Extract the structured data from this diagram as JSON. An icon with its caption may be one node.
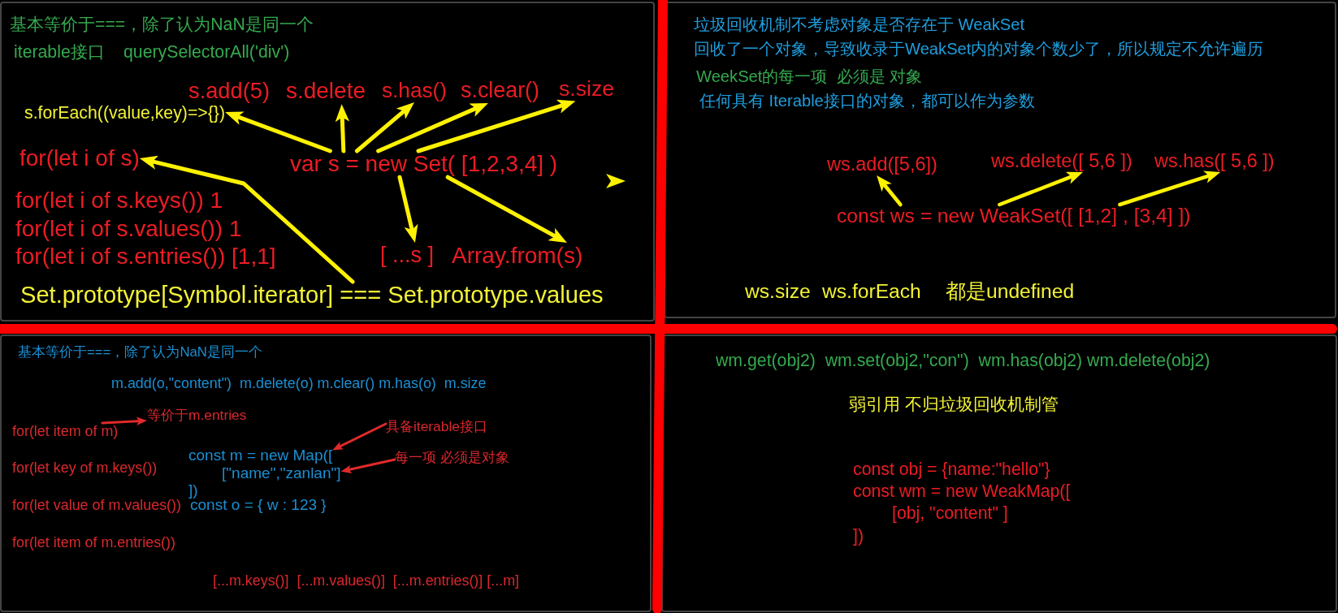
{
  "diagram": {
    "nodes": [
      {
        "text": [
          "s.add(5)"
        ]
      },
      {
        "text": [
          "s.delete"
        ]
      },
      {
        "text": [
          "s.has()"
        ]
      },
      {
        "text": [
          "s.clear()"
        ]
      },
      {
        "text": [
          "s.size"
        ]
      },
      {
        "text": [
          "s.forEach((value,key)=>{})"
        ]
      },
      {
        "text": [
          "for(let i of s)"
        ]
      },
      {
        "text": [
          "var s = new Set( [1,2,3,4] )"
        ]
      },
      {
        "text": [
          "[ ...s ]"
        ]
      },
      {
        "text": [
          "Array.from(s)"
        ]
      },
      {
        "text": [
          "Set.prototype[Symbol.iterator] === Set.prototype.values"
        ]
      },
      {
        "text": [
          "ws.add([5,6])"
        ]
      },
      {
        "text": [
          "ws.delete([ 5,6 ])"
        ]
      },
      {
        "text": [
          "ws.has([ 5,6 ])"
        ]
      },
      {
        "text": [
          "const ws = new WeakSet([ [1,2] , [3,4] ])"
        ]
      },
      {
        "text": [
          "等价于m.entries"
        ]
      },
      {
        "text": [
          "具备iterable接口"
        ]
      },
      {
        "text": [
          "for(let item of m)"
        ]
      },
      {
        "text": [
          "const m = new Map(["
        ]
      },
      {
        "text": [
          "每一项 必须是对象"
        ]
      },
      {
        "text": [
          "[\"name\",\"zanlan\"]"
        ]
      }
    ],
    "edges": [
      {
        "from": 7,
        "to": 5,
        "arrow": "to"
      },
      {
        "from": 7,
        "to": 1,
        "arrow": "to"
      },
      {
        "from": 7,
        "to": 2,
        "arrow": "to"
      },
      {
        "from": 7,
        "to": 3,
        "arrow": "to"
      },
      {
        "from": 7,
        "to": 4,
        "arrow": "to"
      },
      {
        "from": 7,
        "to": 8,
        "arrow": "to"
      },
      {
        "from": 7,
        "to": 9,
        "arrow": "to"
      },
      {
        "from": 10,
        "to": 6,
        "arrow": "to"
      },
      {
        "from": 14,
        "to": 11,
        "arrow": "to"
      },
      {
        "from": 14,
        "to": 12,
        "arrow": "to"
      },
      {
        "from": 14,
        "to": 13,
        "arrow": "to"
      },
      {
        "from": 17,
        "to": 15,
        "arrow": "to",
        "color": "#e02a2a"
      },
      {
        "from": 16,
        "to": 18,
        "arrow": "to",
        "color": "#e02a2a"
      },
      {
        "from": 19,
        "to": 20,
        "arrow": "to",
        "color": "#e02a2a"
      }
    ],
    "labels": [
      "基本等价于===，除了认为NaN是同一个",
      "iterable接口",
      "querySelectorAll('div')",
      "for(let i of s.keys()) 1",
      "for(let i of s.values()) 1",
      "for(let i of s.entries()) [1,1]",
      "垃圾回收机制不考虑对象是否存在于 WeakSet",
      "回收了一个对象，导致收录于WeakSet内的对象个数少了，所以规定不允许遍历",
      "WeekSet的每一项  必须是 对象",
      "任何具有 Iterable接口的对象，都可以作为参数",
      "ws.size",
      "ws.forEach",
      "都是undefined",
      "基本等价于===，除了认为NaN是同一个",
      "m.add(o,\"content\")  m.delete(o) m.clear() m.has(o)  m.size",
      "for(let key of m.keys())",
      "])",
      "for(let value of m.values())",
      "const o = { w : 123 }",
      "for(let item of m.entries())",
      "[...m.keys()]  [...m.values()]  [...m.entries()] [...m]",
      "wm.get(obj2)  wm.set(obj2,\"con\")  wm.has(obj2) wm.delete(obj2)",
      "弱引用 不归垃圾回收机制管",
      "const obj = {name:\"hello\"}",
      "const wm = new WeakMap([",
      "[obj, \"content\" ]",
      "])"
    ]
  }
}
